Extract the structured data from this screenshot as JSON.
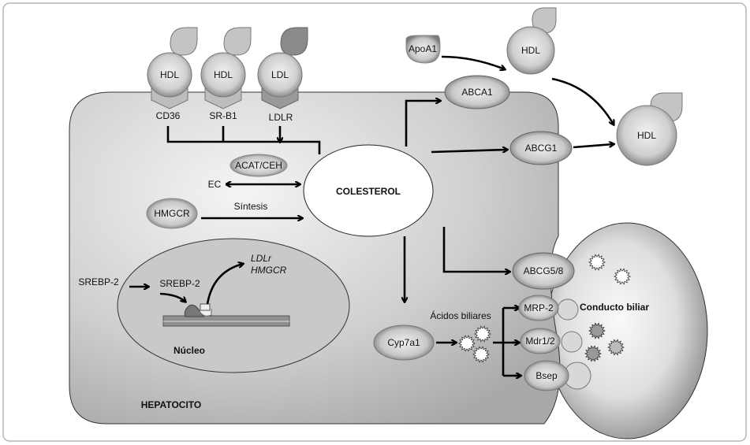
{
  "labels": {
    "hdl1": "HDL",
    "hdl2": "HDL",
    "ldl": "LDL",
    "cd36": "CD36",
    "srb1": "SR-B1",
    "ldlr": "LDLR",
    "colesterol": "COLESTEROL",
    "acat": "ACAT/CEH",
    "ec": "EC",
    "hmgcr": "HMGCR",
    "sintesis": "Síntesis",
    "srebp_out": "SREBP-2",
    "srebp_in": "SREBP-2",
    "genes_1": "LDLr",
    "genes_2": "HMGCR",
    "nucleo": "Núcleo",
    "hepatocito": "HEPATOCITO",
    "apoa1": "ApoA1",
    "hdl_top": "HDL",
    "hdl_right": "HDL",
    "abca1": "ABCA1",
    "abcg1": "ABCG1",
    "abcg58": "ABCG5/8",
    "cyp7a1": "Cyp7a1",
    "acidos": "Ácidos biliares",
    "mrp2": "MRP-2",
    "mdr12": "Mdr1/2",
    "bsep": "Bsep",
    "conducto": "Conducto biliar"
  },
  "colors": {
    "cell": "#c8c8c8",
    "ldl_cap": "#8a8a8a",
    "hdl_cap": "#c4c4c4"
  }
}
